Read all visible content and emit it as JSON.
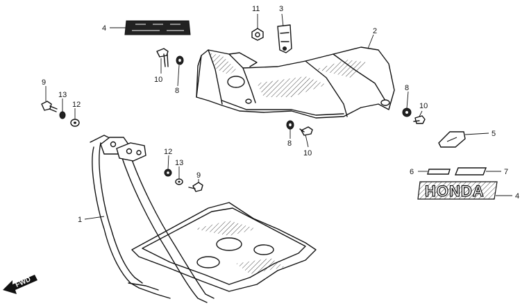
{
  "callouts": {
    "c1": "1",
    "c2": "2",
    "c3": "3",
    "c4a": "4",
    "c4b": "4",
    "c5": "5",
    "c6": "6",
    "c7": "7",
    "c8a": "8",
    "c8b": "8",
    "c8c": "8",
    "c9a": "9",
    "c9b": "9",
    "c10a": "10",
    "c10b": "10",
    "c10c": "10",
    "c11": "11",
    "c12a": "12",
    "c12b": "12",
    "c13a": "13",
    "c13b": "13"
  },
  "emblem": {
    "text": "HONDA"
  },
  "fwd": {
    "label": "FWD",
    "icon": "arrow-fwd-icon"
  }
}
